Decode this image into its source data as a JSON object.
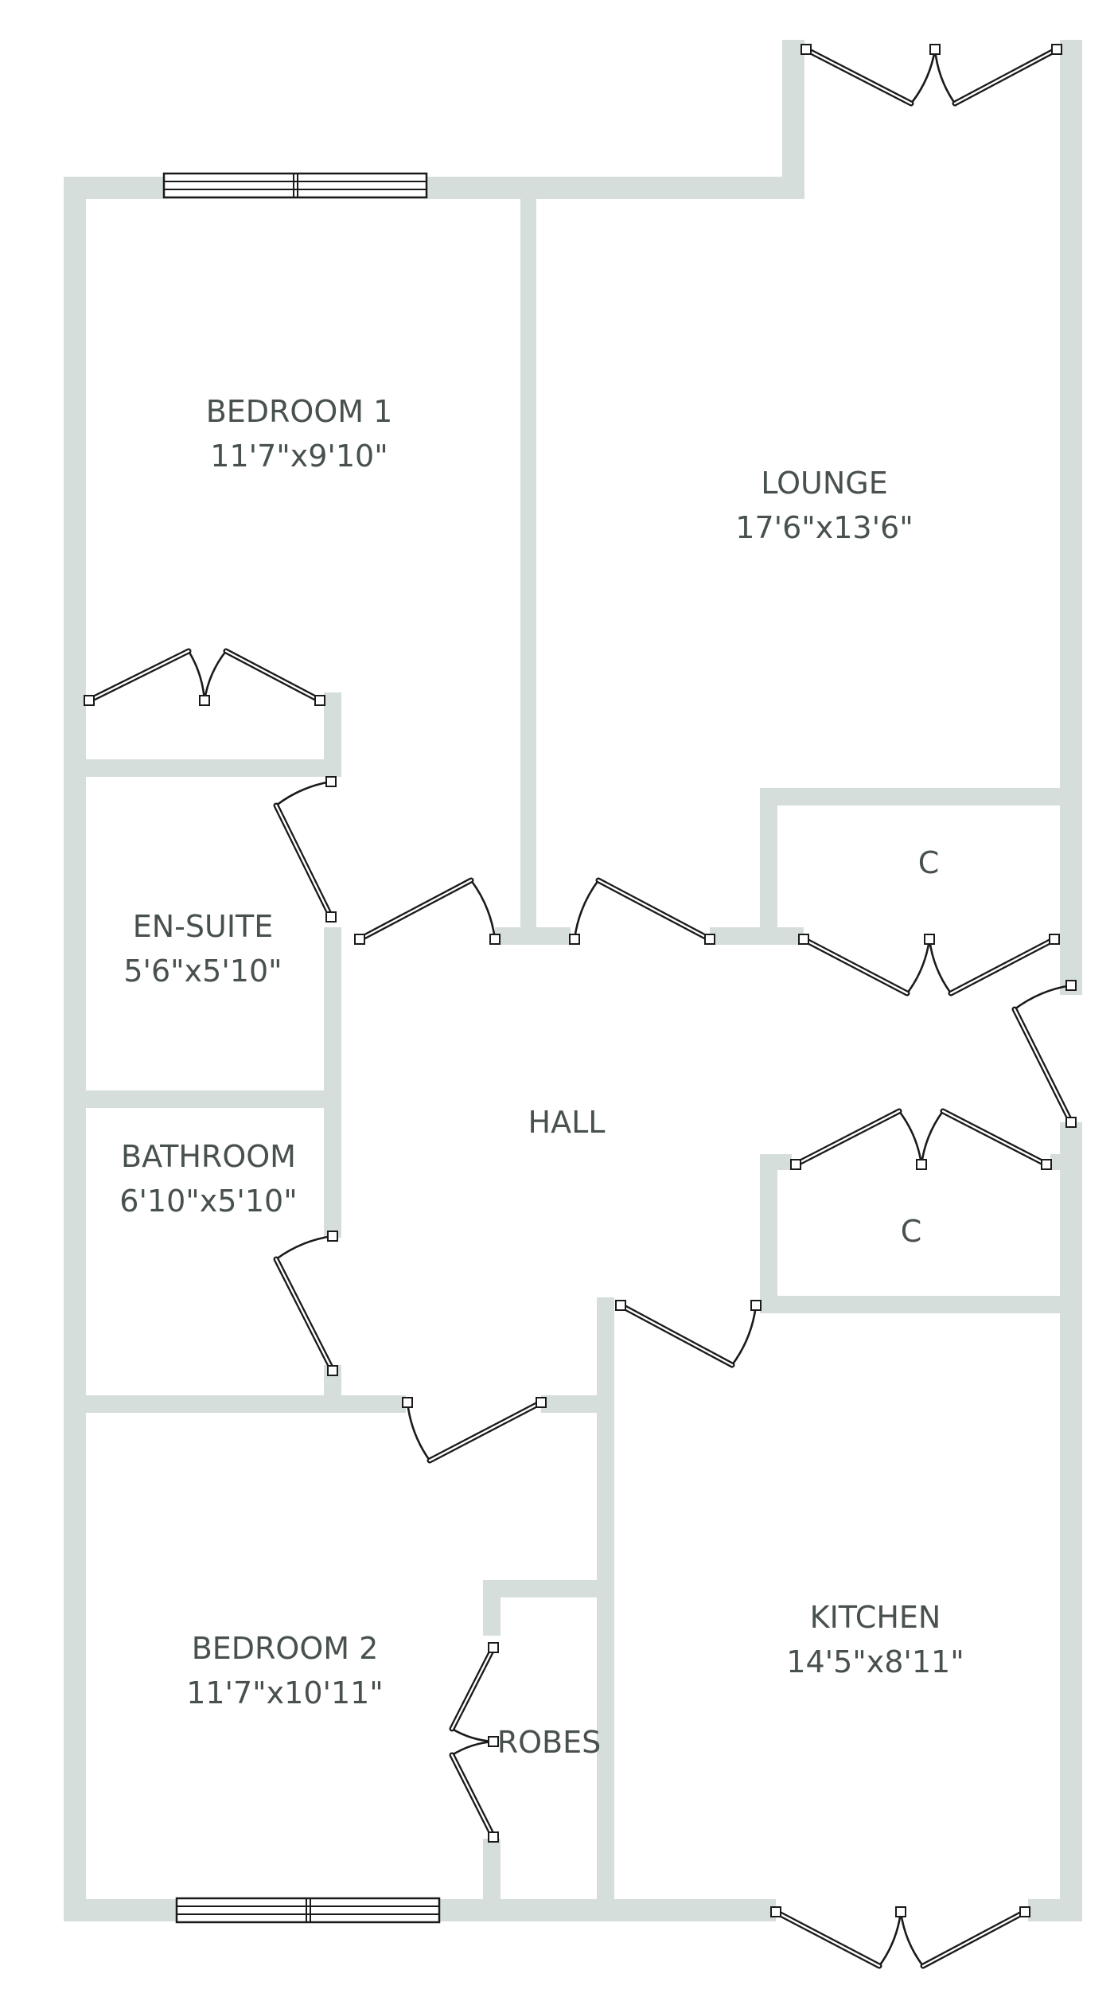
{
  "rooms": [
    {
      "id": "bedroom-1",
      "name": "BEDROOM 1",
      "size": "11'7\"x9'10\""
    },
    {
      "id": "lounge",
      "name": "LOUNGE",
      "size": "17'6\"x13'6\""
    },
    {
      "id": "en-suite",
      "name": "EN-SUITE",
      "size": "5'6\"x5'10\""
    },
    {
      "id": "cupboard-1",
      "name": "C"
    },
    {
      "id": "hall",
      "name": "HALL"
    },
    {
      "id": "bathroom",
      "name": "BATHROOM",
      "size": "6'10\"x5'10\""
    },
    {
      "id": "cupboard-2",
      "name": "C"
    },
    {
      "id": "bedroom-2",
      "name": "BEDROOM 2",
      "size": "11'7\"x10'11\""
    },
    {
      "id": "kitchen",
      "name": "KITCHEN",
      "size": "14'5\"x8'11\""
    },
    {
      "id": "robes",
      "name": "ROBES"
    }
  ],
  "colors": {
    "wall": "#d5dedb",
    "text": "#48514f",
    "line": "#1a1a1a",
    "background": "#ffffff"
  }
}
